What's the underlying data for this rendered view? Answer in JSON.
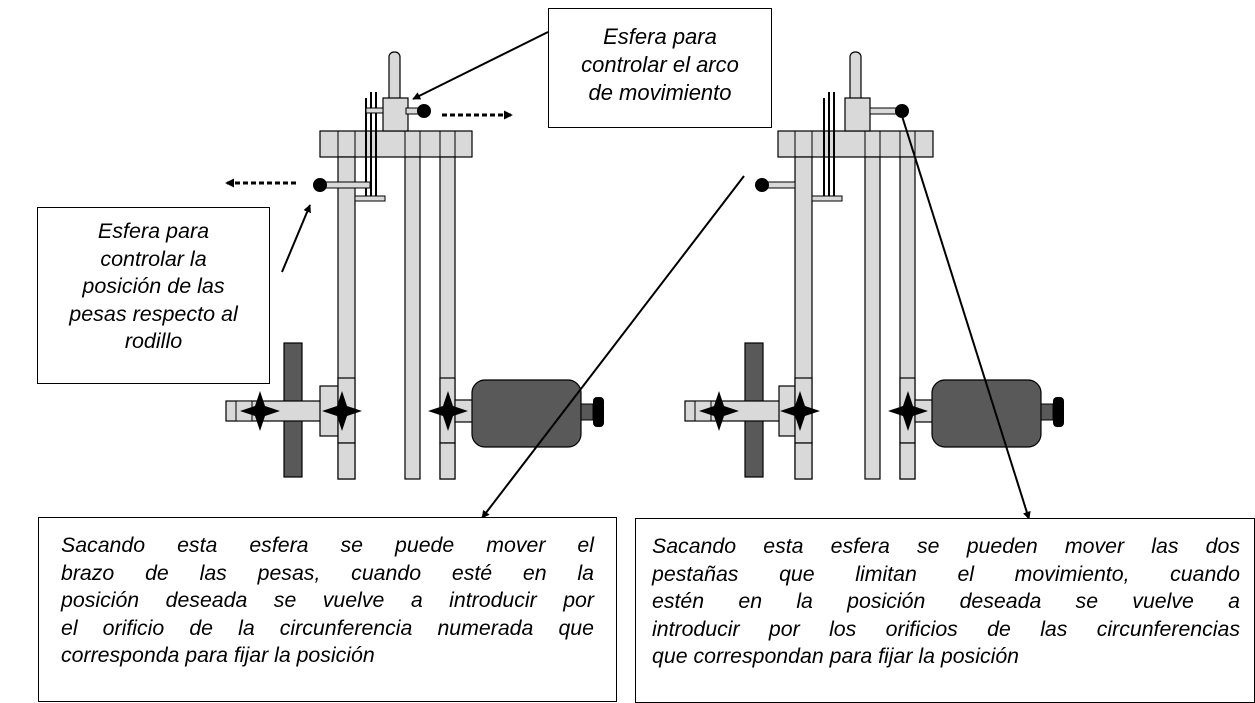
{
  "callouts": {
    "arc_sphere": {
      "lines": [
        "Esfera para",
        "controlar el arco",
        "de movimiento"
      ]
    },
    "position_sphere": {
      "lines": [
        "Esfera para",
        "controlar la",
        "posición de las",
        "pesas respecto al",
        "rodillo"
      ]
    },
    "arm_sphere": {
      "lines": [
        "Sacando esta esfera se puede mover el",
        "brazo de las pesas, cuando esté en la",
        "posición deseada se vuelve a introducir por",
        "el orificio de la circunferencia numerada que",
        "corresponda para fijar la posición"
      ]
    },
    "tabs_sphere": {
      "lines": [
        "Sacando esta esfera se pueden mover las dos",
        "pestañas que limitan el movimiento, cuando",
        "estén en la posición deseada se vuelve a",
        "introducir por los orificios de las circunferencias",
        "que correspondan para fijar la posición"
      ]
    }
  },
  "colors": {
    "bar_fill": "#d9d9d9",
    "plate_fill": "#595959",
    "roller_fill": "#595959",
    "outline": "#000000",
    "background": "#ffffff"
  },
  "icons": [
    "pin-ball-icon",
    "dashed-arrow-icon",
    "star-bolt-icon",
    "knob-icon"
  ]
}
